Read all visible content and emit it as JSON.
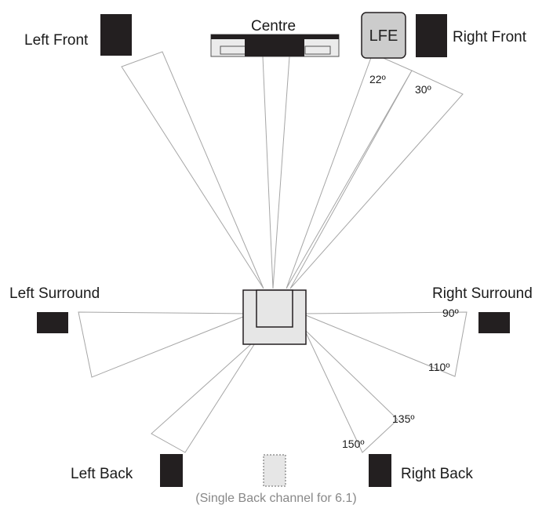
{
  "diagram": {
    "speakers": {
      "left_front": "Left Front",
      "centre": "Centre",
      "lfe": "LFE",
      "right_front": "Right Front",
      "left_surround": "Left Surround",
      "right_surround": "Right Surround",
      "left_back": "Left Back",
      "right_back": "Right Back"
    },
    "angles": {
      "a22": "22º",
      "a30": "30º",
      "a90": "90º",
      "a110": "110º",
      "a135": "135º",
      "a150": "150º"
    },
    "note": "(Single Back channel for 6.1)",
    "colors": {
      "speaker": "#231f20",
      "wedge_stroke": "#a6a6a6",
      "listener_fill": "#e6e6e6",
      "lfe_fill": "#cccccc",
      "note_text": "#888888"
    }
  }
}
